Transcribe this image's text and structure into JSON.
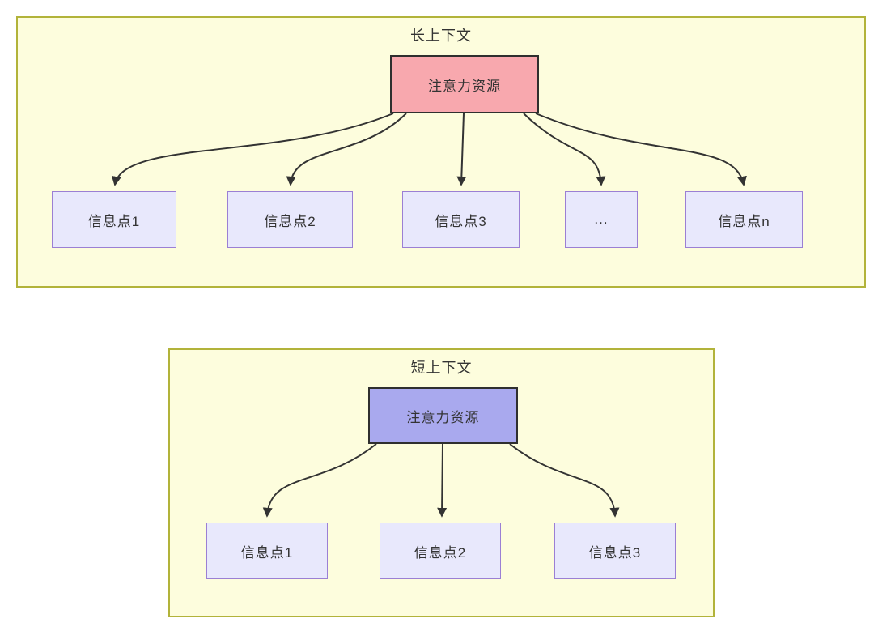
{
  "diagram": {
    "long_context": {
      "title": "长上下文",
      "source": {
        "label": "注意力资源",
        "fill": "#f8a8ae"
      },
      "targets": [
        {
          "label": "信息点1"
        },
        {
          "label": "信息点2"
        },
        {
          "label": "信息点3"
        },
        {
          "label": "..."
        },
        {
          "label": "信息点n"
        }
      ],
      "edges": [
        "注意力资源->信息点1",
        "注意力资源->信息点2",
        "注意力资源->信息点3",
        "注意力资源->...",
        "注意力资源->信息点n"
      ]
    },
    "short_context": {
      "title": "短上下文",
      "source": {
        "label": "注意力资源",
        "fill": "#a9a9ee"
      },
      "targets": [
        {
          "label": "信息点1"
        },
        {
          "label": "信息点2"
        },
        {
          "label": "信息点3"
        }
      ],
      "edges": [
        "注意力资源->信息点1",
        "注意力资源->信息点2",
        "注意力资源->信息点3"
      ]
    },
    "colors": {
      "container_fill": "#fdfddd",
      "container_border": "#b2b33a",
      "long_source_fill": "#f8a8ae",
      "short_source_fill": "#a9a9ee",
      "target_fill": "#e8e8fc",
      "target_border": "#9b7fd4",
      "arrow": "#333333",
      "text": "#333333"
    }
  }
}
